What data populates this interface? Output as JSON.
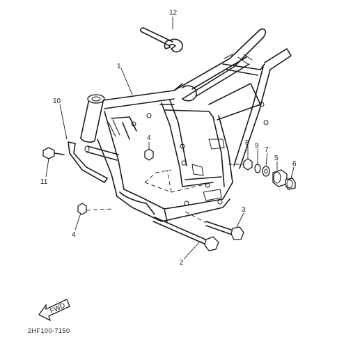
{
  "diagram": {
    "part_code": "2HF100-7150",
    "fwd_label": "FWD",
    "callouts": [
      {
        "id": "c1",
        "label": "1"
      },
      {
        "id": "c2",
        "label": "2"
      },
      {
        "id": "c3",
        "label": "3"
      },
      {
        "id": "c4a",
        "label": "4"
      },
      {
        "id": "c4b",
        "label": "4"
      },
      {
        "id": "c5",
        "label": "5"
      },
      {
        "id": "c6",
        "label": "6"
      },
      {
        "id": "c7",
        "label": "7"
      },
      {
        "id": "c8",
        "label": "8"
      },
      {
        "id": "c9",
        "label": "9"
      },
      {
        "id": "c10",
        "label": "10"
      },
      {
        "id": "c11",
        "label": "11"
      },
      {
        "id": "c12",
        "label": "12"
      }
    ]
  }
}
